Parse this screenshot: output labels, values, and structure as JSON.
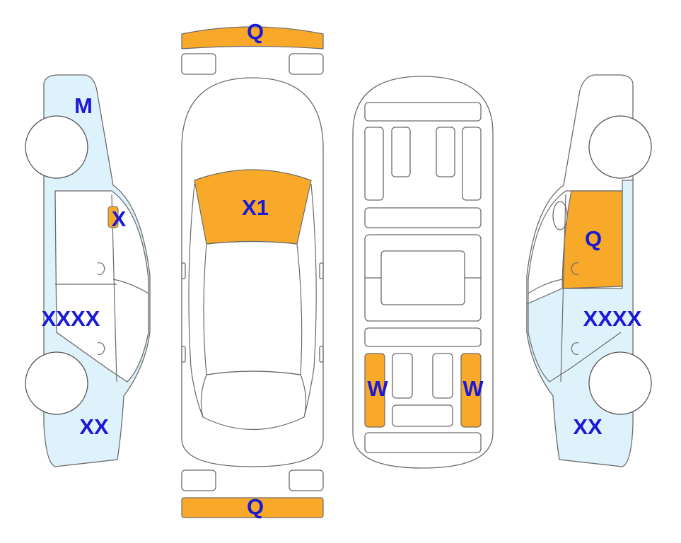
{
  "colors": {
    "damage_orange": "#f8a92a",
    "paint_blue": "#def2fb",
    "label_blue": "#1a1ad6",
    "outline_gray": "#6b6b6b"
  },
  "labels": {
    "front_bumper": "Q",
    "rear_bumper": "Q",
    "windshield": "X1",
    "left_fender": "M",
    "left_a_pillar": "X",
    "left_doors": "XXXX",
    "left_quarter": "XX",
    "right_front_door": "Q",
    "right_doors": "XXXX",
    "right_quarter": "XX",
    "underbody_left": "W",
    "underbody_right": "W"
  }
}
